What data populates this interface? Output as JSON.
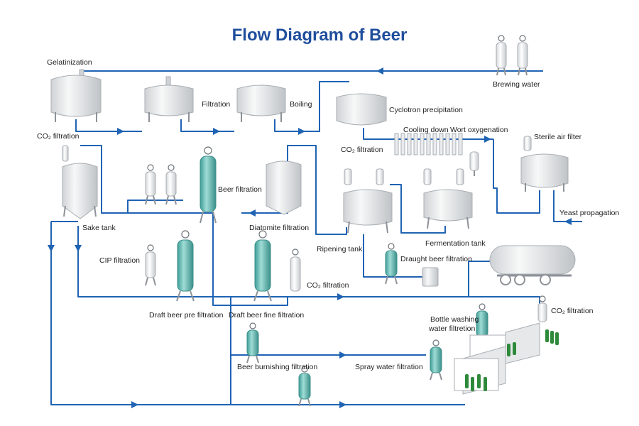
{
  "title": "Flow Diagram of Beer",
  "labels": {
    "gelatinization": "Gelatinization",
    "filtration": "Filtration",
    "boiling": "Boiling",
    "cyclotron": "Cyclotron precipitation",
    "brewing_water": "Brewing water",
    "co2_filtration_1": "CO₂ filtration",
    "cooling_down": "Cooling down",
    "wort_oxygenation": "Wort oxygenation",
    "sterile_air_filter": "Sterile air filter",
    "co2_filtration_2": "CO₂ filtration",
    "beer_filtration": "Beer filtration",
    "sake_tank": "Sake tank",
    "diatomite_filtration": "Diatomite filtration",
    "ripening_tank": "Ripening tank",
    "fermentation_tank": "Fermentation tank",
    "yeast_propagation": "Yeast propagation",
    "cip_filtration": "CIP filtration",
    "draught_beer_filtration": "Draught beer filtration",
    "co2_filtration_3": "CO₂ filtration",
    "draft_beer_pre": "Draft beer pre filtration",
    "draft_beer_fine": "Draft beer fine filtration",
    "co2_filtration_4": "CO₂ filtration",
    "bottle_washing_1": "Bottle washing",
    "bottle_washing_2": "water filtretion",
    "beer_burnishing": "Beer burnishing filtration",
    "spray_water": "Spray water filtration"
  },
  "colors": {
    "title": "#1f4e9c",
    "pipe": "#1f63b3",
    "tank": "#e4e6e8",
    "filter_green": "#6fc3bd",
    "bottle": "#2e8a3a"
  }
}
